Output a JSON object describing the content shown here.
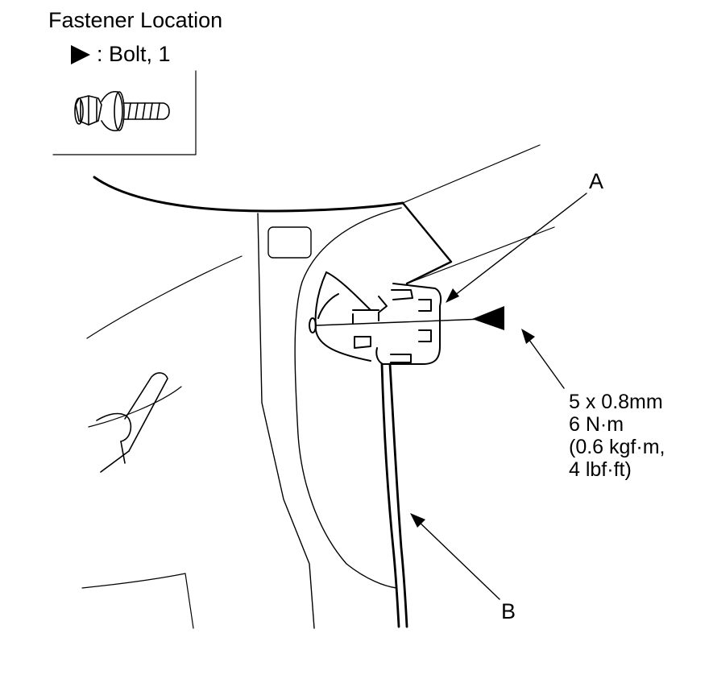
{
  "header": {
    "title": "Fastener Location",
    "legend_text": ": Bolt, 1"
  },
  "callouts": {
    "a": "A",
    "b": "B"
  },
  "torque_spec": {
    "line1": "5 x 0.8mm",
    "line2": "6 N·m",
    "line3": "(0.6 kgf·m,",
    "line4": "4 lbf·ft)"
  },
  "icons": {
    "legend_marker": "solid-triangle-right-icon",
    "bolt": "flange-bolt-icon",
    "bolt_pointer": "solid-triangle-left-icon"
  },
  "colors": {
    "line": "#000000",
    "background": "#ffffff"
  }
}
